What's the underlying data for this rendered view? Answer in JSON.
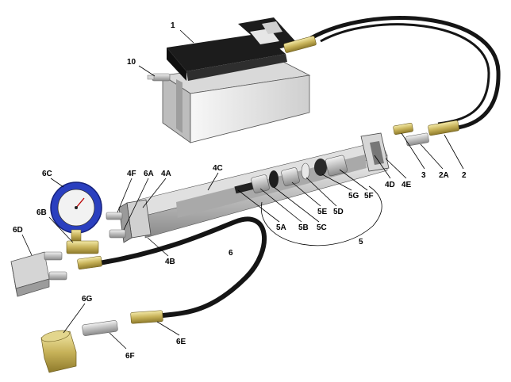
{
  "labels": {
    "l1": "1",
    "l10": "10",
    "l2": "2",
    "l2A": "2A",
    "l3": "3",
    "l4A": "4A",
    "l4B": "4B",
    "l4C": "4C",
    "l4D": "4D",
    "l4E": "4E",
    "l4F": "4F",
    "l5": "5",
    "l5A": "5A",
    "l5B": "5B",
    "l5C": "5C",
    "l5D": "5D",
    "l5E": "5E",
    "l5F": "5F",
    "l5G": "5G",
    "l6": "6",
    "l6A": "6A",
    "l6B": "6B",
    "l6C": "6C",
    "l6D": "6D",
    "l6E": "6E",
    "l6F": "6F",
    "l6G": "6G"
  },
  "colors": {
    "hose": "#151515",
    "brass": "#c8b35a",
    "steel": "#c4c4c4",
    "gauge_ring": "#2a3fbf",
    "pump_body": "#e6e6e6",
    "pedal": "#1c1c1c"
  }
}
